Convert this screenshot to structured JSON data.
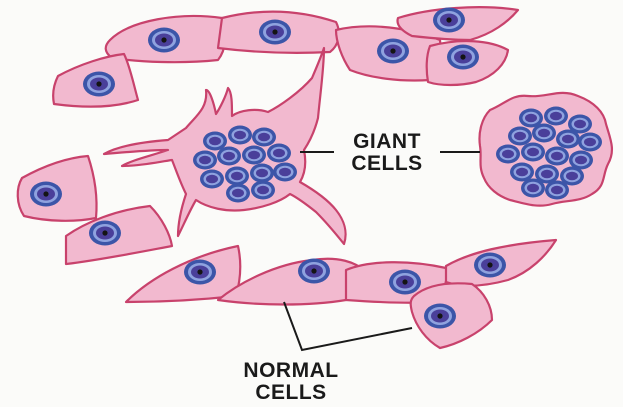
{
  "labels": {
    "giant": [
      "GIANT",
      "CELLS"
    ],
    "normal": [
      "NORMAL",
      "CELLS"
    ]
  },
  "colors": {
    "background": "#fbfbf9",
    "cytoplasm_fill": "#f2b9cf",
    "cell_outline": "#c8426c",
    "nucleus_outer": "#3c55a8",
    "nucleus_ring": "#8fa2df",
    "nucleus_inner": "#4a3f9a",
    "nucleolus": "#141414",
    "leader_line": "#1a1a1a"
  }
}
